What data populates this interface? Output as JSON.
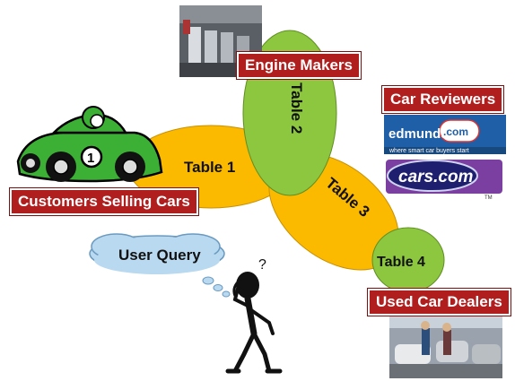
{
  "tables": {
    "t1": "Table 1",
    "t2": "Table 2",
    "t3": "Table 3",
    "t4": "Table 4"
  },
  "labels": {
    "engine_makers": "Engine Makers",
    "car_reviewers": "Car Reviewers",
    "customers": "Customers Selling Cars",
    "used_dealers": "Used Car Dealers"
  },
  "query": {
    "text": "User Query",
    "question_mark": "?"
  },
  "logos": {
    "edmunds_name": "edmunds",
    "edmunds_suffix": ".com",
    "edmunds_tagline": "where smart car buyers start",
    "cars_name": "cars.com",
    "cars_tm": "TM"
  },
  "car_number": "1",
  "colors": {
    "orange": "#fbb900",
    "green": "#8dc63f",
    "label_red": "#b01e1e",
    "cloud_blue": "#b9d9f0",
    "car_green": "#3bb034"
  }
}
